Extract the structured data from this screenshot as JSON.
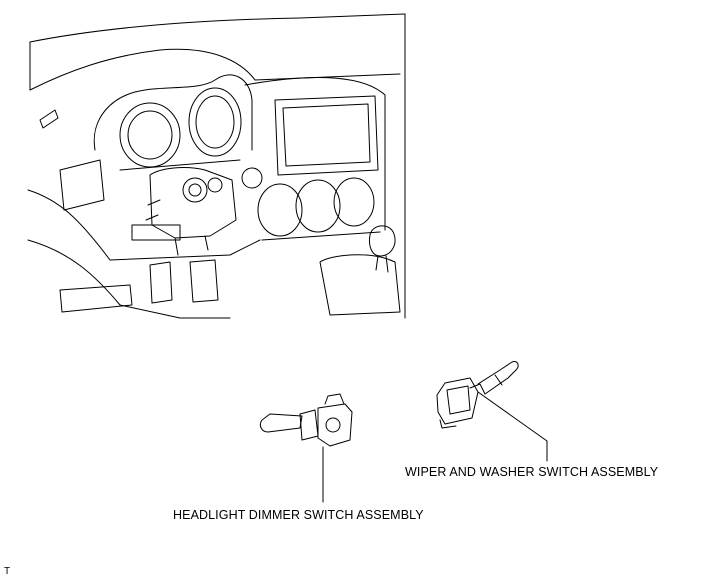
{
  "labels": {
    "wiper_switch": "WIPER AND WASHER SWITCH ASSEMBLY",
    "headlight_switch": "HEADLIGHT DIMMER SWITCH ASSEMBLY"
  },
  "corner_code": "T",
  "colors": {
    "line": "#000000",
    "background": "#ffffff"
  }
}
